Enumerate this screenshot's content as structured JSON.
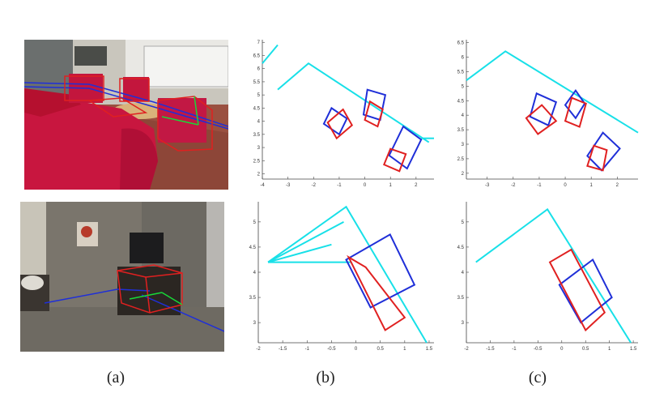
{
  "figure": {
    "captions": [
      "(a)",
      "(b)",
      "(c)"
    ],
    "colors": {
      "estimate": "#1f2fd8",
      "ground_truth": "#e02020",
      "wall": "#18e0e8"
    }
  },
  "photos": [
    {
      "name": "living-room-photo",
      "description_icon": "scene-image"
    },
    {
      "name": "bedroom-photo",
      "description_icon": "scene-image"
    }
  ],
  "chart_data": [
    {
      "type": "scatter",
      "panel": "b-top",
      "xlim": [
        -4,
        2.7
      ],
      "ylim": [
        1.8,
        7.1
      ],
      "xticks": [
        -4,
        -3,
        -2,
        -1,
        0,
        1,
        2
      ],
      "yticks": [
        2,
        2.5,
        3,
        3.5,
        4,
        4.5,
        5,
        5.5,
        6,
        6.5,
        7
      ],
      "lines": [
        {
          "color": "#18e0e8",
          "points": [
            [
              -4,
              6.2
            ],
            [
              -3.4,
              6.9
            ]
          ]
        },
        {
          "color": "#18e0e8",
          "points": [
            [
              -3.4,
              5.2
            ],
            [
              -2.2,
              6.2
            ],
            [
              2.5,
              3.2
            ]
          ]
        },
        {
          "color": "#18e0e8",
          "points": [
            [
              2.2,
              3.35
            ],
            [
              2.7,
              3.35
            ]
          ]
        }
      ],
      "boxes": [
        {
          "color": "#1f2fd8",
          "points": [
            [
              -1.3,
              4.5
            ],
            [
              -0.7,
              4.1
            ],
            [
              -1.0,
              3.5
            ],
            [
              -1.6,
              3.9
            ]
          ]
        },
        {
          "color": "#e02020",
          "points": [
            [
              -0.85,
              4.45
            ],
            [
              -0.5,
              3.85
            ],
            [
              -1.1,
              3.35
            ],
            [
              -1.45,
              3.95
            ]
          ]
        },
        {
          "color": "#1f2fd8",
          "points": [
            [
              0.1,
              5.2
            ],
            [
              0.8,
              5.0
            ],
            [
              0.6,
              4.05
            ],
            [
              -0.05,
              4.25
            ]
          ]
        },
        {
          "color": "#e02020",
          "points": [
            [
              0.2,
              4.75
            ],
            [
              0.7,
              4.45
            ],
            [
              0.5,
              3.8
            ],
            [
              0.0,
              4.05
            ]
          ]
        },
        {
          "color": "#1f2fd8",
          "points": [
            [
              1.5,
              3.8
            ],
            [
              2.2,
              3.3
            ],
            [
              1.65,
              2.2
            ],
            [
              0.95,
              2.7
            ]
          ]
        },
        {
          "color": "#e02020",
          "points": [
            [
              1.0,
              2.95
            ],
            [
              1.6,
              2.75
            ],
            [
              1.35,
              2.1
            ],
            [
              0.75,
              2.35
            ]
          ]
        }
      ]
    },
    {
      "type": "scatter",
      "panel": "c-top",
      "xlim": [
        -3.8,
        2.8
      ],
      "ylim": [
        1.8,
        6.6
      ],
      "xticks": [
        -3,
        -2,
        -1,
        0,
        1,
        2
      ],
      "yticks": [
        2,
        2.5,
        3,
        3.5,
        4,
        4.5,
        5,
        5.5,
        6,
        6.5
      ],
      "lines": [
        {
          "color": "#18e0e8",
          "points": [
            [
              -3.8,
              5.2
            ],
            [
              -2.3,
              6.2
            ],
            [
              2.8,
              3.4
            ]
          ]
        }
      ],
      "boxes": [
        {
          "color": "#1f2fd8",
          "points": [
            [
              -1.1,
              4.75
            ],
            [
              -0.35,
              4.45
            ],
            [
              -0.65,
              3.65
            ],
            [
              -1.35,
              3.95
            ]
          ]
        },
        {
          "color": "#e02020",
          "points": [
            [
              -0.9,
              4.35
            ],
            [
              -0.35,
              3.8
            ],
            [
              -1.05,
              3.35
            ],
            [
              -1.5,
              3.9
            ]
          ]
        },
        {
          "color": "#1f2fd8",
          "points": [
            [
              0.4,
              4.85
            ],
            [
              0.75,
              4.4
            ],
            [
              0.4,
              3.9
            ],
            [
              0.0,
              4.35
            ]
          ]
        },
        {
          "color": "#e02020",
          "points": [
            [
              0.25,
              4.6
            ],
            [
              0.8,
              4.4
            ],
            [
              0.55,
              3.6
            ],
            [
              0.0,
              3.8
            ]
          ]
        },
        {
          "color": "#1f2fd8",
          "points": [
            [
              1.45,
              3.4
            ],
            [
              2.1,
              2.85
            ],
            [
              1.4,
              2.1
            ],
            [
              0.85,
              2.6
            ]
          ]
        },
        {
          "color": "#e02020",
          "points": [
            [
              1.1,
              2.95
            ],
            [
              1.6,
              2.8
            ],
            [
              1.45,
              2.1
            ],
            [
              0.85,
              2.25
            ]
          ]
        }
      ]
    },
    {
      "type": "scatter",
      "panel": "b-bottom",
      "xlim": [
        -2,
        1.6
      ],
      "ylim": [
        2.6,
        5.4
      ],
      "xticks": [
        -2,
        -1.5,
        -1,
        -0.5,
        0,
        0.5,
        1,
        1.5
      ],
      "yticks": [
        3,
        3.5,
        4,
        4.5,
        5
      ],
      "lines": [
        {
          "color": "#18e0e8",
          "points": [
            [
              -1.8,
              4.2
            ],
            [
              -0.2,
              5.3
            ],
            [
              1.45,
              2.6
            ]
          ]
        },
        {
          "color": "#18e0e8",
          "points": [
            [
              -1.8,
              4.2
            ],
            [
              -0.25,
              5.0
            ]
          ]
        },
        {
          "color": "#18e0e8",
          "points": [
            [
              -1.8,
              4.2
            ],
            [
              -0.1,
              4.2
            ]
          ]
        },
        {
          "color": "#18e0e8",
          "points": [
            [
              -1.8,
              4.2
            ],
            [
              -0.5,
              4.55
            ]
          ]
        }
      ],
      "boxes": [
        {
          "color": "#1f2fd8",
          "points": [
            [
              0.7,
              4.75
            ],
            [
              1.2,
              3.75
            ],
            [
              0.3,
              3.3
            ],
            [
              -0.2,
              4.25
            ]
          ]
        },
        {
          "color": "#e02020",
          "points": [
            [
              -0.15,
              4.3
            ],
            [
              0.2,
              4.1
            ],
            [
              1.0,
              3.1
            ],
            [
              0.6,
              2.85
            ]
          ]
        }
      ]
    },
    {
      "type": "scatter",
      "panel": "c-bottom",
      "xlim": [
        -2,
        1.6
      ],
      "ylim": [
        2.6,
        5.4
      ],
      "xticks": [
        -2,
        -1.5,
        -1,
        -0.5,
        0,
        0.5,
        1,
        1.5
      ],
      "yticks": [
        3,
        3.5,
        4,
        4.5,
        5
      ],
      "lines": [
        {
          "color": "#18e0e8",
          "points": [
            [
              -1.8,
              4.2
            ],
            [
              -0.3,
              5.25
            ],
            [
              1.45,
              2.6
            ]
          ]
        }
      ],
      "boxes": [
        {
          "color": "#1f2fd8",
          "points": [
            [
              0.65,
              4.25
            ],
            [
              1.05,
              3.5
            ],
            [
              0.4,
              3.0
            ],
            [
              -0.05,
              3.75
            ]
          ]
        },
        {
          "color": "#e02020",
          "points": [
            [
              0.2,
              4.45
            ],
            [
              0.9,
              3.2
            ],
            [
              0.5,
              2.85
            ],
            [
              -0.25,
              4.2
            ]
          ]
        }
      ]
    }
  ]
}
